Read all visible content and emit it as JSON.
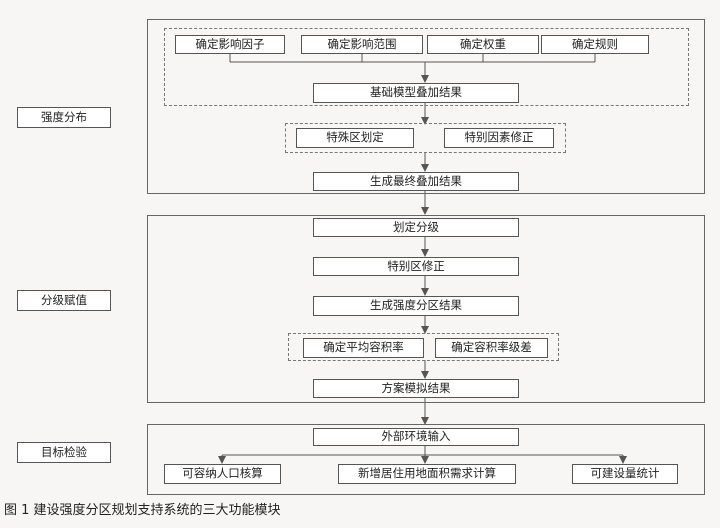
{
  "sections": {
    "intensity": {
      "label": "强度分布"
    },
    "grading": {
      "label": "分级赋值"
    },
    "target": {
      "label": "目标检验"
    }
  },
  "factors": [
    "确定影响因子",
    "确定影响范围",
    "确定权重",
    "确定规则"
  ],
  "nodes": {
    "base_overlay": "基础模型叠加结果",
    "special_zone": "特殊区划定",
    "special_factor": "特别因素修正",
    "final_overlay": "生成最终叠加结果",
    "divide_grade": "划定分级",
    "special_fix": "特别区修正",
    "gen_result": "生成强度分区结果",
    "avg_far": "确定平均容积率",
    "far_diff": "确定容积率级差",
    "sim_result": "方案模拟结果",
    "external_input": "外部环境输入"
  },
  "outputs": [
    "可容纳人口核算",
    "新增居住用地面积需求计算",
    "可建设量统计"
  ],
  "caption": "图 1  建设强度分区规划支持系统的三大功能模块"
}
